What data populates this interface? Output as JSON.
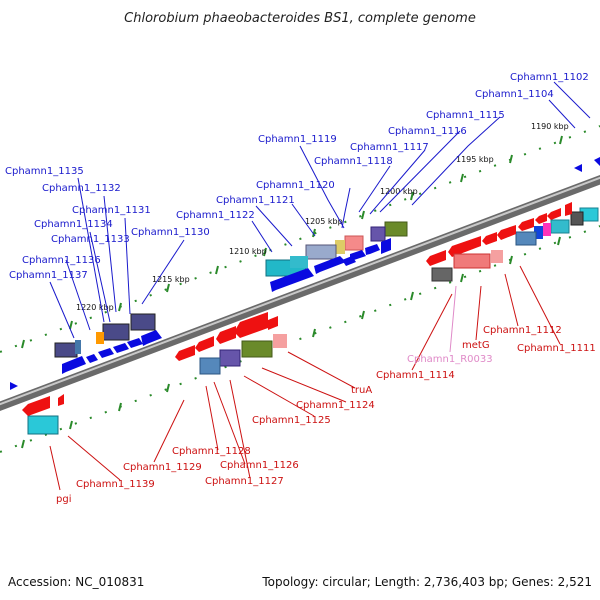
{
  "title": "Chlorobium phaeobacteroides BS1, complete genome",
  "footer": {
    "accession": "Accession: NC_010831",
    "summary": "Topology: circular; Length: 2,736,403 bp; Genes: 2,521"
  },
  "kbp_labels": [
    "1190 kbp",
    "1195 kbp",
    "1200 kbp",
    "1205 kbp",
    "1210 kbp",
    "1215 kbp",
    "1220 kbp"
  ],
  "top_genes": [
    "Cphamn1_1102",
    "Cphamn1_1104",
    "Cphamn1_1115",
    "Cphamn1_1116",
    "Cphamn1_1117",
    "Cphamn1_1118",
    "Cphamn1_1119",
    "Cphamn1_1120",
    "Cphamn1_1121",
    "Cphamn1_1122",
    "Cphamn1_1130",
    "Cphamn1_1131",
    "Cphamn1_1132",
    "Cphamn1_1133",
    "Cphamn1_1134",
    "Cphamn1_1135",
    "Cphamn1_1136",
    "Cphamn1_1137"
  ],
  "bottom_genes": [
    "Cphamn1_1111",
    "Cphamn1_1112",
    "metG",
    "Cphamn1_R0033",
    "Cphamn1_1114",
    "truA",
    "Cphamn1_1124",
    "Cphamn1_1125",
    "Cphamn1_1126",
    "Cphamn1_1127",
    "Cphamn1_1128",
    "Cphamn1_1129",
    "Cphamn1_1139",
    "pgi"
  ],
  "colors": {
    "forward": "#0a0ae0",
    "reverse": "#ee1111",
    "rna": "#e08ac8",
    "axis": "#7a7a7a",
    "tick": "#2a8a2a"
  }
}
